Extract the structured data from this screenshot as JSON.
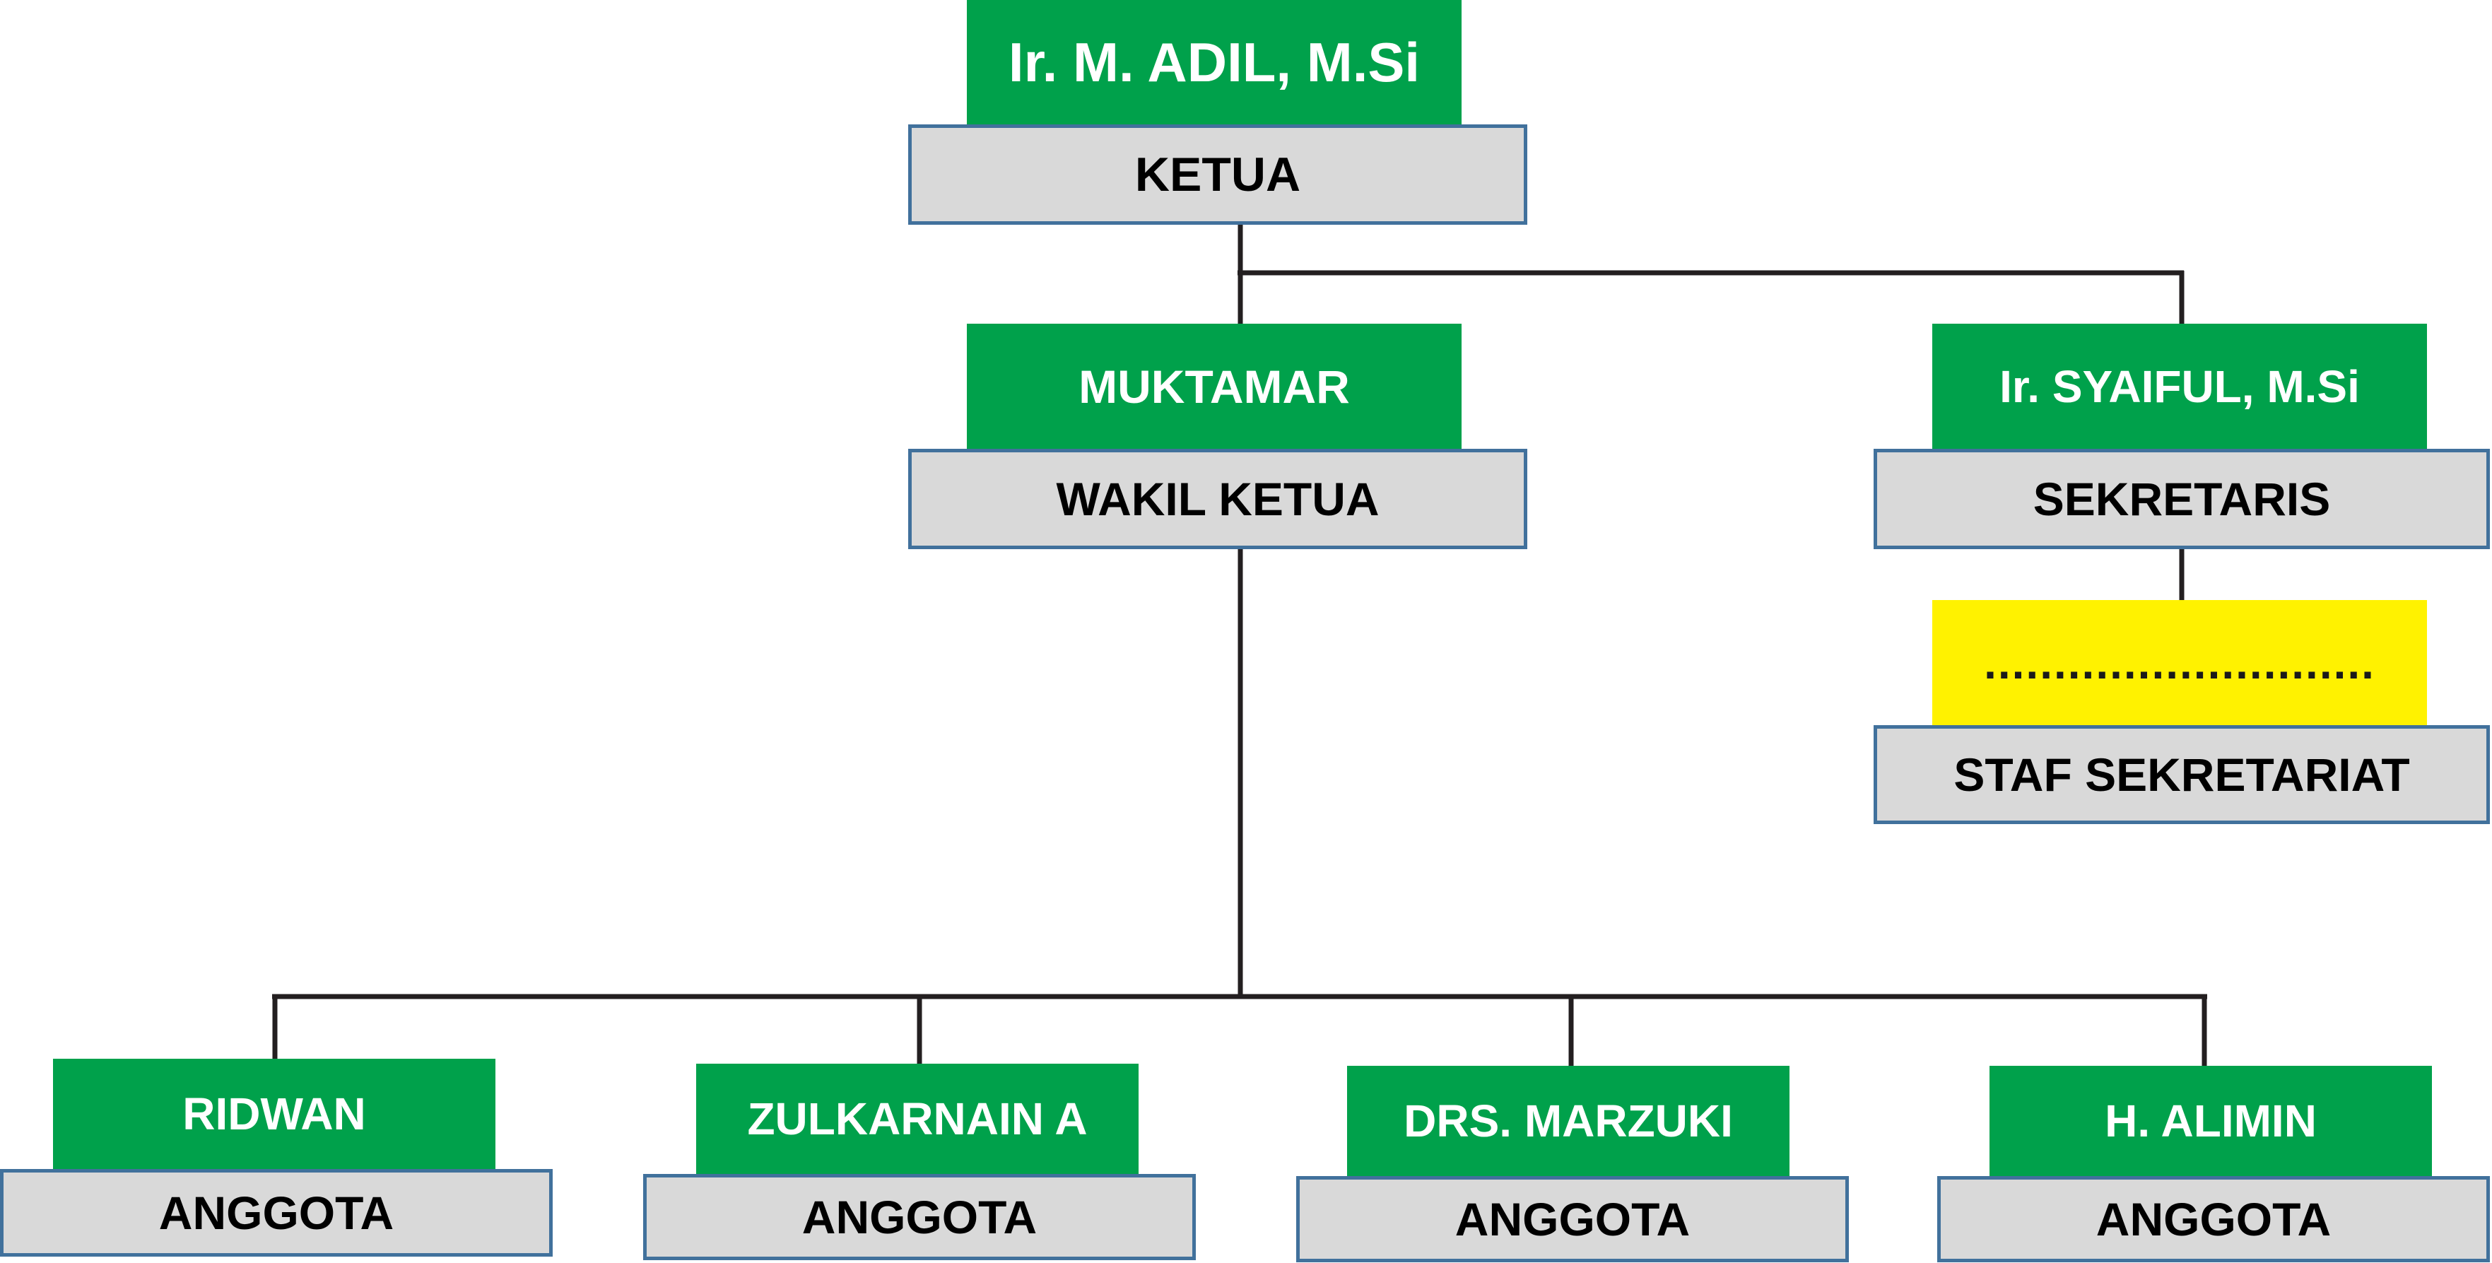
{
  "colors": {
    "name_box": "#00a14b",
    "name_box_placeholder": "#fff200",
    "role_box": "#d9d9d9",
    "role_border": "#41719c",
    "connector": "#231f20"
  },
  "ketua": {
    "name": "Ir. M. ADIL, M.Si",
    "role": "KETUA"
  },
  "wakil": {
    "name": "MUKTAMAR",
    "role": "WAKIL KETUA"
  },
  "sekretaris": {
    "name": "Ir. SYAIFUL, M.Si",
    "role": "SEKRETARIS"
  },
  "staf": {
    "name": "............................",
    "role": "STAF SEKRETARIAT"
  },
  "anggota": [
    {
      "name": "RIDWAN",
      "role": "ANGGOTA"
    },
    {
      "name": "ZULKARNAIN A",
      "role": "ANGGOTA"
    },
    {
      "name": "DRS. MARZUKI",
      "role": "ANGGOTA"
    },
    {
      "name": "H. ALIMIN",
      "role": "ANGGOTA"
    }
  ]
}
